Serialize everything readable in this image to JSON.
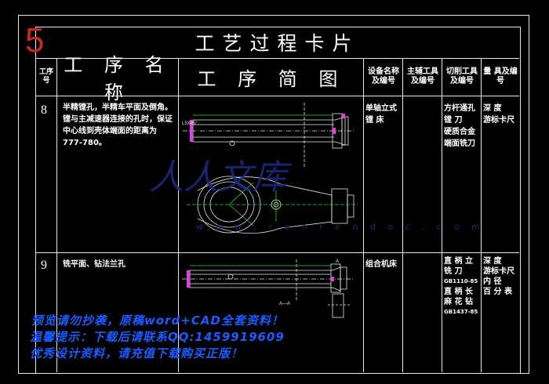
{
  "sheet_number": "5",
  "title": "工艺过程卡片",
  "header": {
    "step_no": "工序号",
    "step_name": "工 序 名 称",
    "step_sketch": "工 序 简 图",
    "equipment": "设备名称及编号",
    "fixture": "主辅工具及编号",
    "cutting_tool": "切削工具及编号",
    "measuring_tool": "量 具及编号"
  },
  "rows": [
    {
      "step_no": "8",
      "step_name": [
        "半精镗孔，半精车平面及倒角。",
        "镗与主减速器连接的孔时，保证中心线到壳体端面的距离为777-780。"
      ],
      "equipment": [
        "单轴立式",
        "镗 床"
      ],
      "fixture": [],
      "cutting_tool": [
        "方杆通孔",
        "镗 刀",
        "硬质合金",
        "端面铣刀"
      ],
      "measuring_tool": [
        "深 度",
        "游标卡尺"
      ]
    },
    {
      "step_no": "9",
      "step_name": [
        "铣平面、钻法兰孔"
      ],
      "equipment": [
        "组合机床"
      ],
      "fixture": [],
      "cutting_tool": [
        "直 柄 立",
        "铣 刀",
        "GB1110-85",
        "直 柄 长",
        "麻 花 钻",
        "GB1437-85"
      ],
      "measuring_tool": [
        "深 度",
        "游标卡尺",
        "内 径",
        "百 分 表"
      ]
    }
  ],
  "drawing_labels": {
    "top_left": "L5X45°",
    "section": "A—A",
    "mark": "A"
  },
  "watermark": {
    "logo": "人人文库",
    "logo_url": "w w w . r e n r e n d o c . c o m",
    "line1": "预览请勿抄袭，原稿word+CAD全套资料！",
    "line2": "温馨提示：下载后请联系QQ:1459919609",
    "line3": "优秀设计资料，请充值下载购买正版！"
  }
}
